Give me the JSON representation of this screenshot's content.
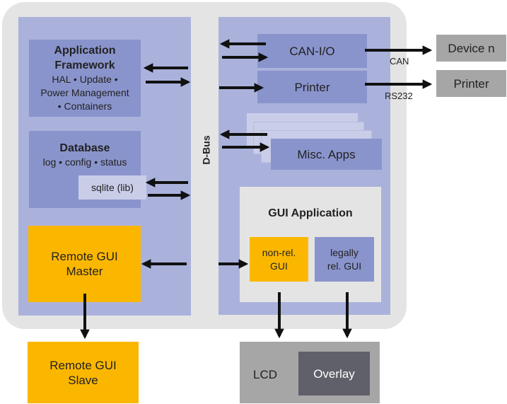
{
  "app_framework": {
    "title": "Application Framework",
    "line1": "HAL • Update •",
    "line2": "Power Management",
    "line3": "• Containers"
  },
  "database": {
    "title": "Database",
    "subtitle": "log • config • status",
    "sqlite": "sqlite (lib)"
  },
  "remote_master": {
    "line1": "Remote GUI",
    "line2": "Master"
  },
  "remote_slave": {
    "line1": "Remote GUI",
    "line2": "Slave"
  },
  "dbus": {
    "label": "D-Bus"
  },
  "can_io": {
    "label": "CAN-I/O"
  },
  "printer_module": {
    "label": "Printer"
  },
  "misc_apps": {
    "label": "Misc. Apps"
  },
  "gui_app": {
    "title": "GUI Application",
    "nonrel_line1": "non-rel.",
    "nonrel_line2": "GUI",
    "legal_line1": "legally",
    "legal_line2": "rel. GUI"
  },
  "external": {
    "device_n": "Device n",
    "printer": "Printer",
    "can_label": "CAN",
    "rs232_label": "RS232"
  },
  "display": {
    "lcd": "LCD",
    "overlay": "Overlay"
  },
  "colors": {
    "panel": "#aab2dc",
    "module": "#8a94cc",
    "module_light": "#c9cde8",
    "yellow": "#fbb700",
    "frame": "#e4e4e4",
    "external_gray": "#a6a6a6",
    "overlay_dark": "#5f6069"
  }
}
